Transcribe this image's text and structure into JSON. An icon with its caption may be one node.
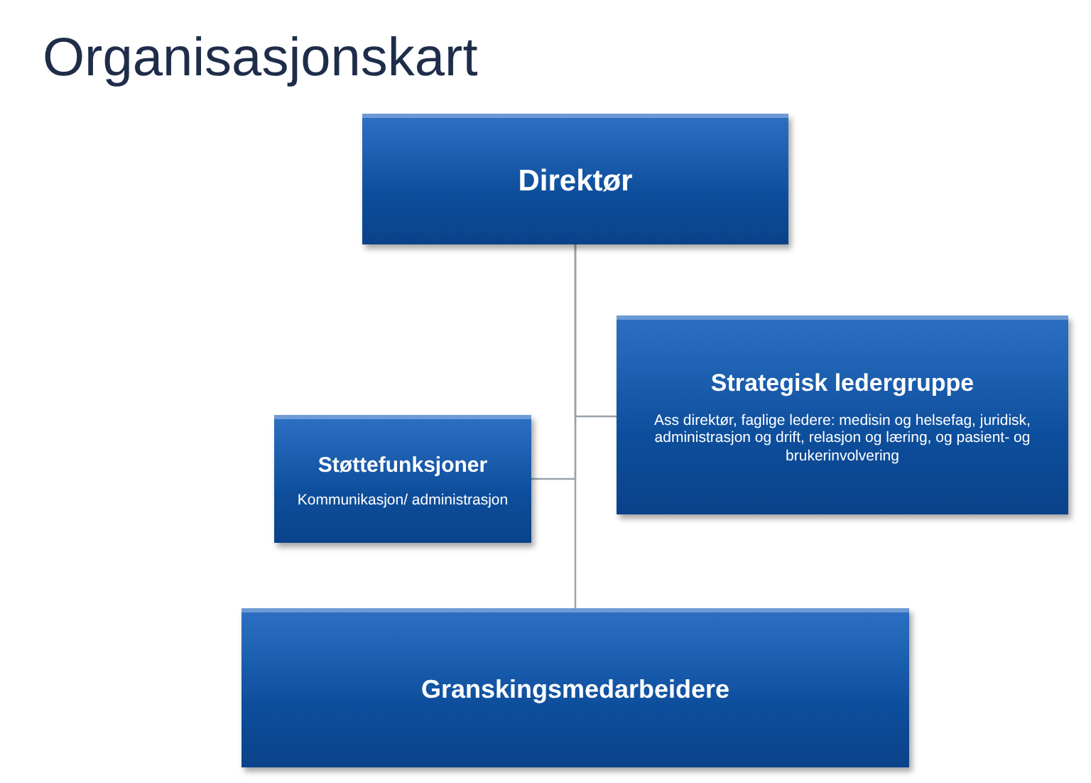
{
  "diagram": {
    "title": "Organisasjonskart",
    "nodes": [
      {
        "text": [
          "Direktør"
        ]
      },
      {
        "text": [
          "Strategisk ledergruppe",
          "Ass direktør, faglige ledere: medisin og helsefag, juridisk, administrasjon og drift, relasjon og læring, og pasient- og brukerinvolvering"
        ]
      },
      {
        "text": [
          "Støttefunksjoner",
          "Kommunikasjon/ administrasjon"
        ]
      },
      {
        "text": [
          "Granskingsmedarbeidere"
        ]
      }
    ],
    "edges": [
      {
        "from": 0,
        "to": 1,
        "arrow": "none"
      },
      {
        "from": 0,
        "to": 2,
        "arrow": "none"
      },
      {
        "from": 0,
        "to": 3,
        "arrow": "none"
      }
    ]
  }
}
